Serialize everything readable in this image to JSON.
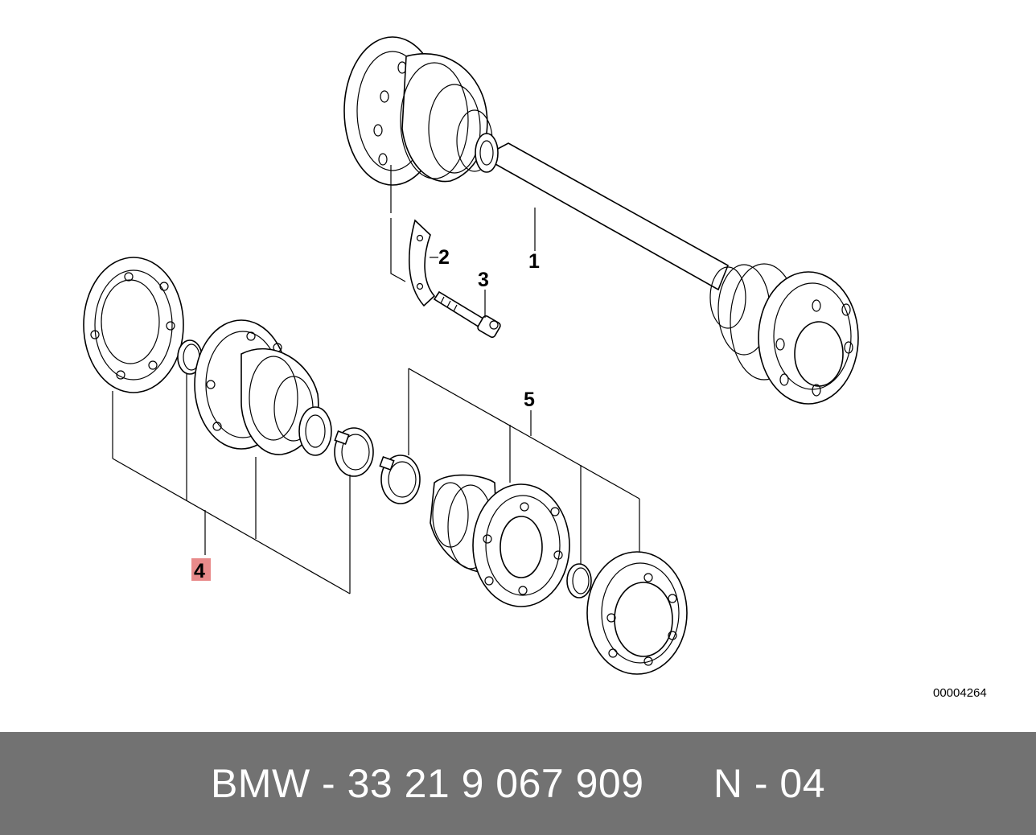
{
  "diagram": {
    "callouts": {
      "c1": "1",
      "c2": "2",
      "c3": "3",
      "c4": "4",
      "c5": "5"
    },
    "highlighted_callout": "4",
    "highlight_color": "#e88a8a",
    "diagram_id": "00004264"
  },
  "footer": {
    "part_text": "BMW - 33 21 9 067 909",
    "position_text": "N - 04",
    "background_color": "#727272"
  }
}
